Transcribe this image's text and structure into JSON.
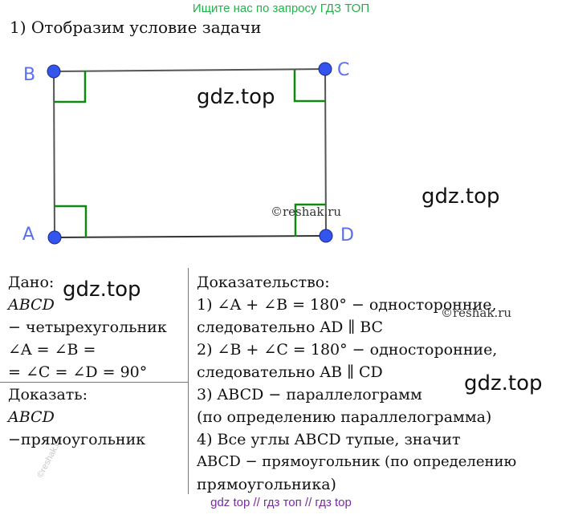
{
  "banner_top": "Ищите нас по запросу ГДЗ ТОП",
  "heading": "1) Отобразим условие задачи",
  "figure": {
    "vertex_b": "B",
    "vertex_c": "C",
    "vertex_a": "A",
    "vertex_d": "D",
    "point_color": "#3355ee",
    "right_angle_color": "#118811"
  },
  "watermarks": {
    "gdz1": "gdz.top",
    "gdz2": "gdz.top",
    "gdz3": "gdz.top",
    "gdz4": "gdz.top",
    "reshak1": "©reshak.ru",
    "reshak2": "©reshak.ru",
    "reshak_faint": "©reshak.ru"
  },
  "given": {
    "title": "Дано:",
    "shape": "ABCD",
    "desc": "− четырехугольник",
    "eq1": "∠A = ∠B =",
    "eq2": "= ∠C = ∠D = 90°"
  },
  "prove": {
    "title": "Доказать:",
    "shape": "ABCD",
    "desc": "−прямоугольник"
  },
  "proof": {
    "title": "Доказательство:",
    "l1": "1) ∠A + ∠B = 180° −  односторонние,",
    "l2": "следовательно AD ∥ BC",
    "l3": "2) ∠B + ∠C = 180° −  односторонние,",
    "l4": "следовательно AB ∥ CD",
    "l5": "3) ABCD − параллелограмм",
    "l6": "(по определению параллелограмма)",
    "l7": "4) Все углы ABCD тупые, значит",
    "l8": "ABCD − прямоугольник (по определению",
    "l9": "прямоугольника)"
  },
  "banner_bottom": "gdz top  //  гдз топ  //  гдз top"
}
